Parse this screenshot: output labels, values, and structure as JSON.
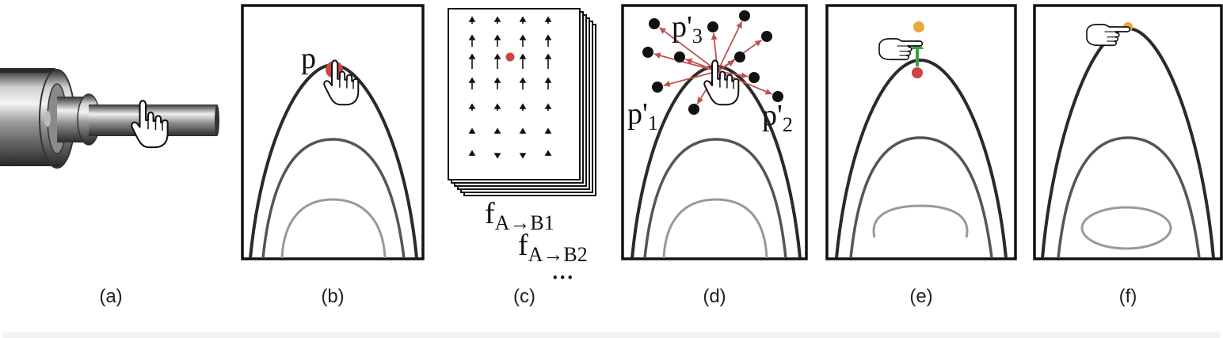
{
  "panels": [
    {
      "id": "a",
      "caption": "(a)"
    },
    {
      "id": "b",
      "caption": "(b)",
      "point_label": "p"
    },
    {
      "id": "c",
      "caption": "(c)",
      "field_label_1": "f",
      "field_sub_1": "A→B1",
      "field_label_2": "f",
      "field_sub_2": "A→B2",
      "ellipsis": "..."
    },
    {
      "id": "d",
      "caption": "(d)",
      "labels": [
        {
          "main": "p'",
          "sub": "3"
        },
        {
          "main": "p'",
          "sub": "1"
        },
        {
          "main": "p'",
          "sub": "2"
        }
      ]
    },
    {
      "id": "e",
      "caption": "(e)"
    },
    {
      "id": "f",
      "caption": "(f)"
    }
  ],
  "colors": {
    "outline": "#111111",
    "curve_outer": "#2a2a2a",
    "curve_mid": "#555555",
    "curve_inner": "#999999",
    "red_point": "#cc4444",
    "orange_point": "#e8a83a",
    "green_arrow": "#3aa53a",
    "ray": "#c05050"
  },
  "icons": [
    "hand-cursor-icon",
    "pipe-model"
  ]
}
